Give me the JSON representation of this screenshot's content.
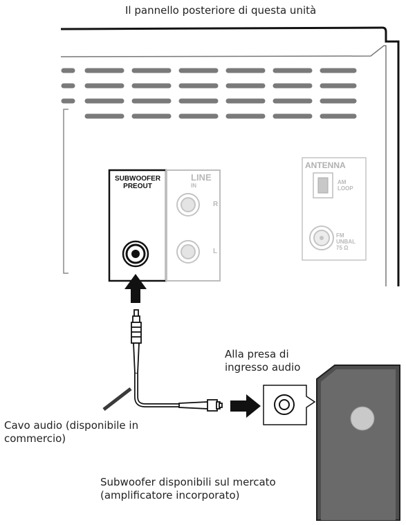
{
  "title": "Il pannello posteriore di questa unità",
  "panel": {
    "subwoofer_label": "SUBWOOFER",
    "preout_label": "PREOUT",
    "line_label": "LINE",
    "in_label": "IN",
    "right_label": "R",
    "left_label": "L",
    "antenna_label": "ANTENNA",
    "am_line1": "AM",
    "am_line2": "LOOP",
    "fm_line1": "FM",
    "fm_line2": "UNBAL",
    "fm_line3": "75 Ω"
  },
  "callouts": {
    "input_line1": "Alla presa di",
    "input_line2": "ingresso audio",
    "cable_line1": "Cavo audio (disponibile in",
    "cable_line2": "commercio)",
    "subwoofer_line1": "Subwoofer disponibili sul mercato",
    "subwoofer_line2": "(amplificatore incorporato)"
  }
}
